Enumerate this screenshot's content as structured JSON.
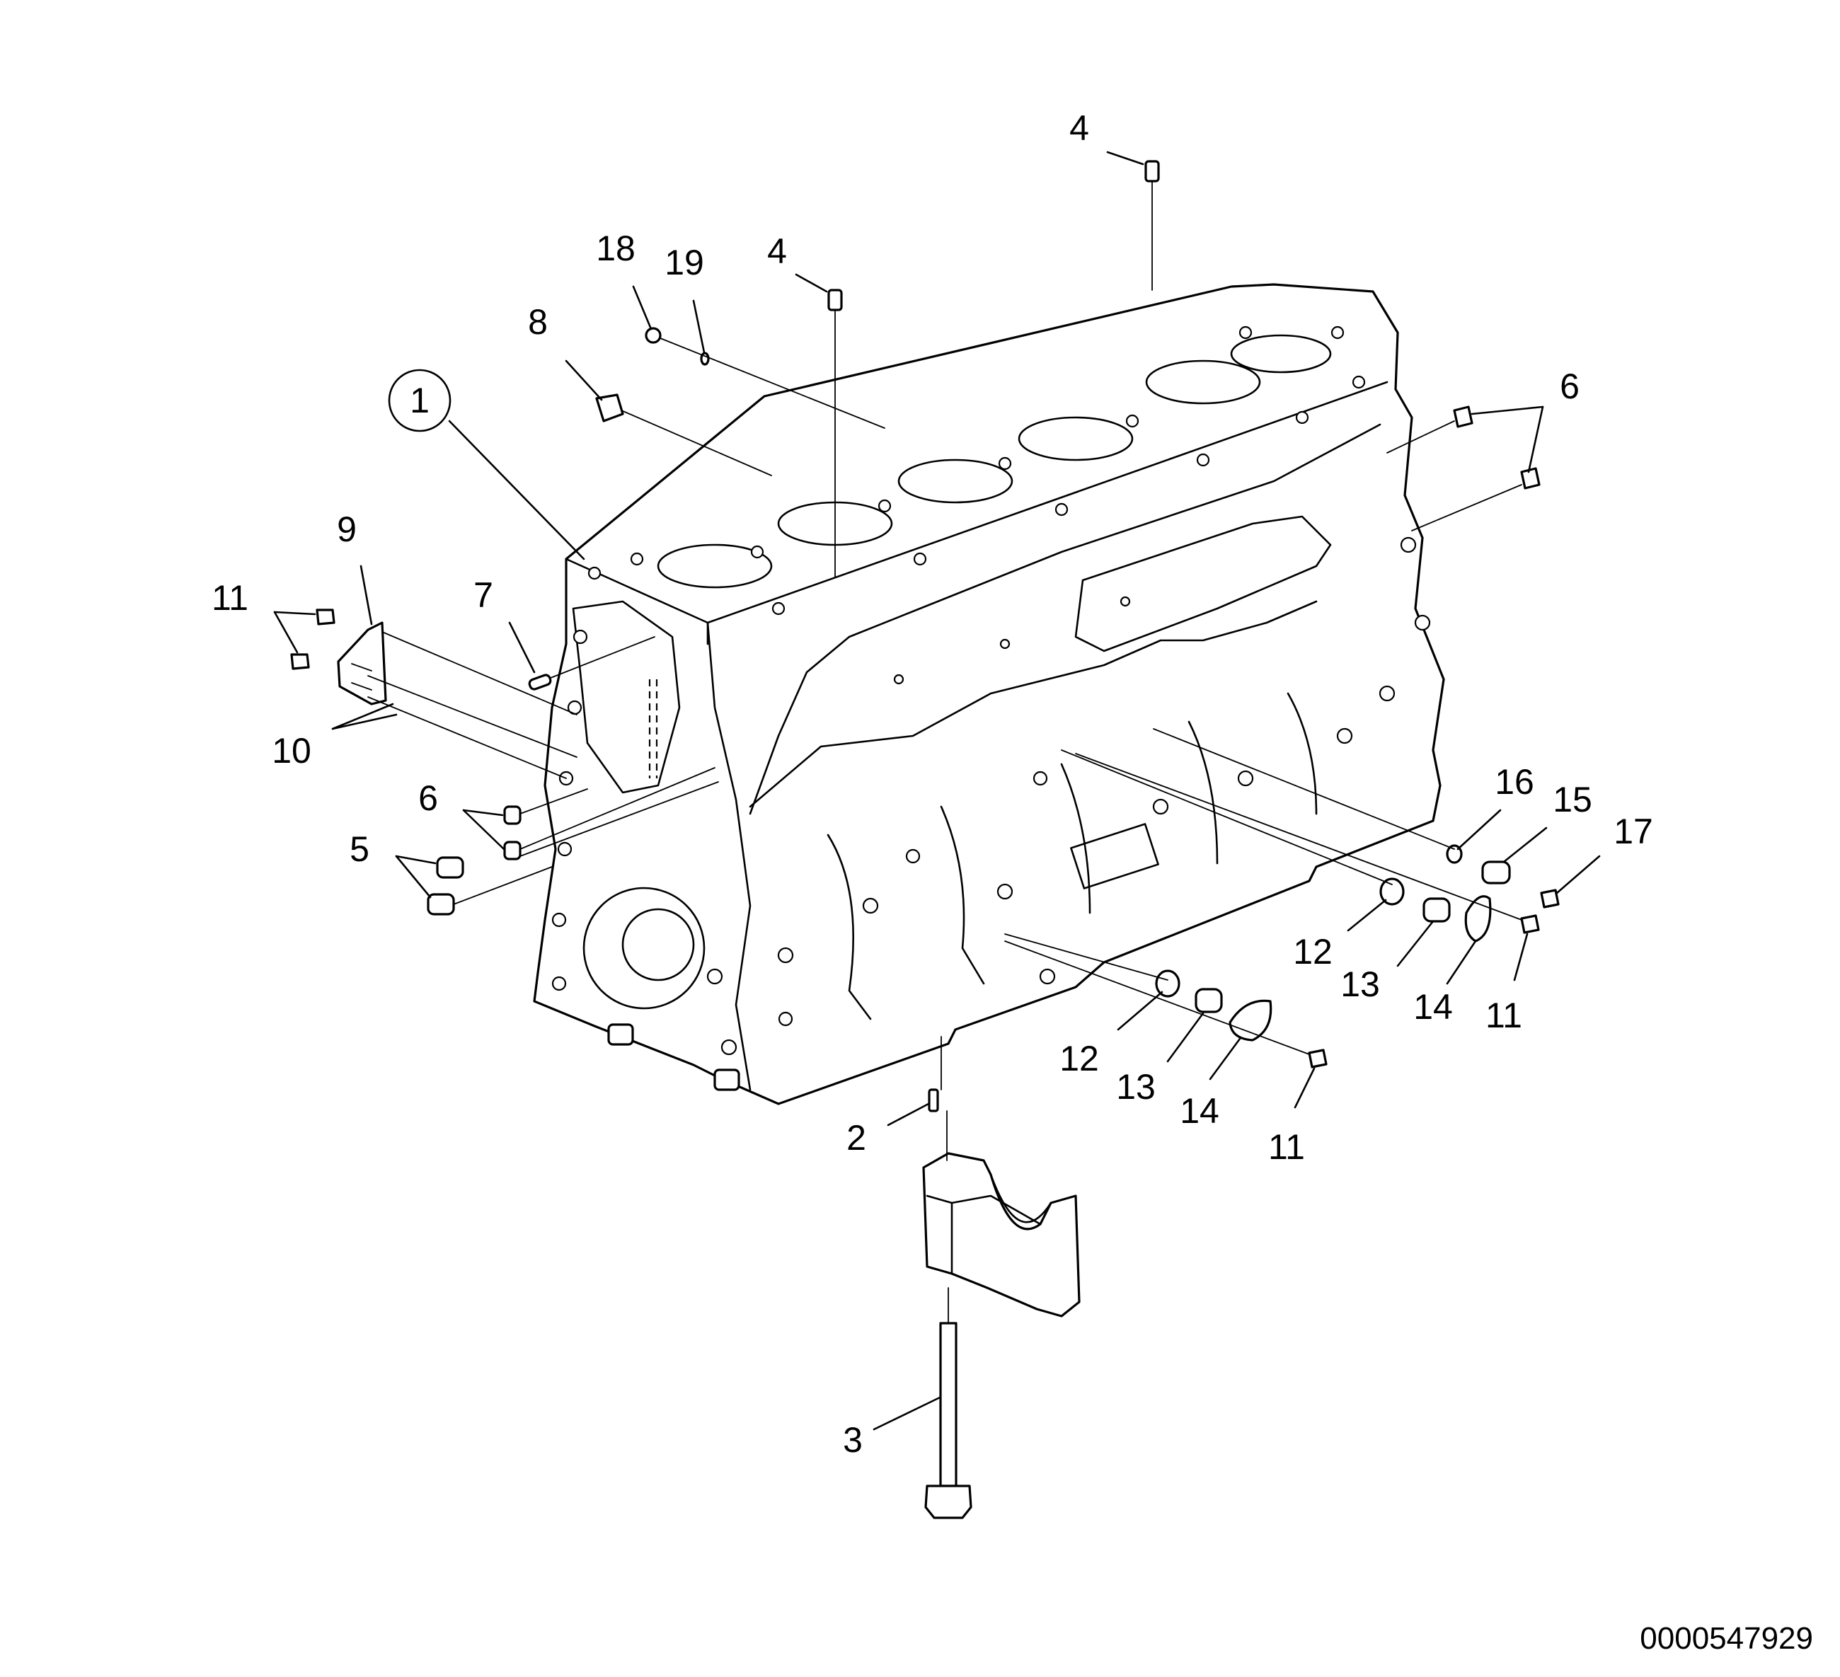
{
  "diagram": {
    "reference_number": "0000547929",
    "callouts": [
      {
        "id": "c1",
        "label": "1",
        "circled": true
      },
      {
        "id": "c2",
        "label": "2"
      },
      {
        "id": "c3",
        "label": "3"
      },
      {
        "id": "c4a",
        "label": "4"
      },
      {
        "id": "c4b",
        "label": "4"
      },
      {
        "id": "c5",
        "label": "5"
      },
      {
        "id": "c6a",
        "label": "6"
      },
      {
        "id": "c6b",
        "label": "6"
      },
      {
        "id": "c7",
        "label": "7"
      },
      {
        "id": "c8",
        "label": "8"
      },
      {
        "id": "c9",
        "label": "9"
      },
      {
        "id": "c10",
        "label": "10"
      },
      {
        "id": "c11a",
        "label": "11"
      },
      {
        "id": "c11b",
        "label": "11"
      },
      {
        "id": "c11c",
        "label": "11"
      },
      {
        "id": "c12a",
        "label": "12"
      },
      {
        "id": "c12b",
        "label": "12"
      },
      {
        "id": "c13a",
        "label": "13"
      },
      {
        "id": "c13b",
        "label": "13"
      },
      {
        "id": "c14a",
        "label": "14"
      },
      {
        "id": "c14b",
        "label": "14"
      },
      {
        "id": "c15",
        "label": "15"
      },
      {
        "id": "c16",
        "label": "16"
      },
      {
        "id": "c17",
        "label": "17"
      },
      {
        "id": "c18",
        "label": "18"
      },
      {
        "id": "c19",
        "label": "19"
      }
    ]
  }
}
